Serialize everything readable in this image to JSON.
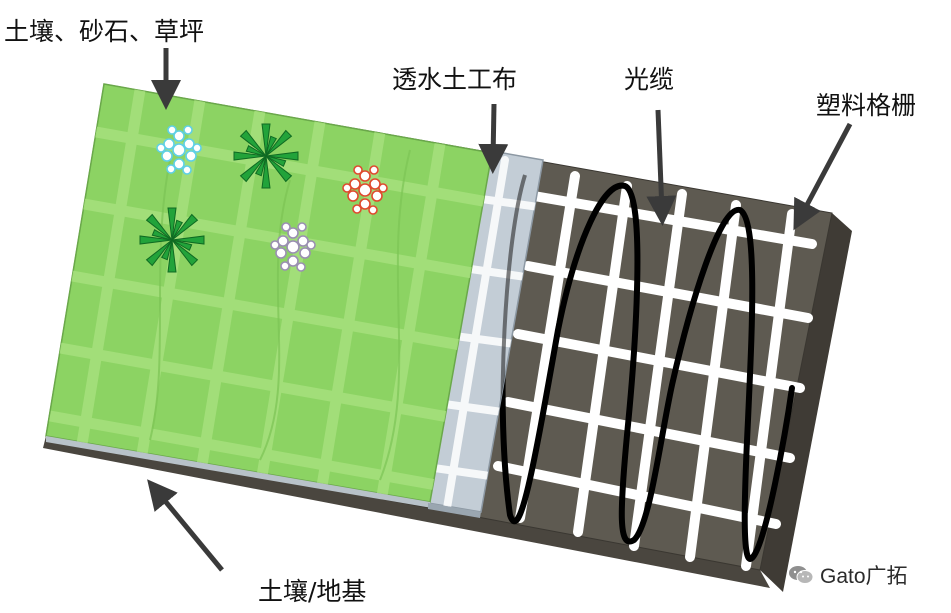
{
  "labels": {
    "surface": "土壤、砂石、草坪",
    "geotextile": "透水土工布",
    "cable": "光缆",
    "geogrid": "塑料格栅",
    "foundation": "土壤/地基"
  },
  "watermark": {
    "text": "Gato广拓",
    "icon": "wechat-icon"
  },
  "colors": {
    "grass": "#8cd363",
    "grass_line": "#a6e07d",
    "soil_top": "#5e5a51",
    "soil_side": "#4a463f",
    "geotextile": "#c3cdd6",
    "grid": "#ffffff",
    "cable": "#000000",
    "leaf": "#22a33a",
    "flower_blue": "#5fd0e6",
    "flower_red": "#e04a2f",
    "flower_gray": "#9a8fb2",
    "arrow": "#3a3a3a"
  }
}
